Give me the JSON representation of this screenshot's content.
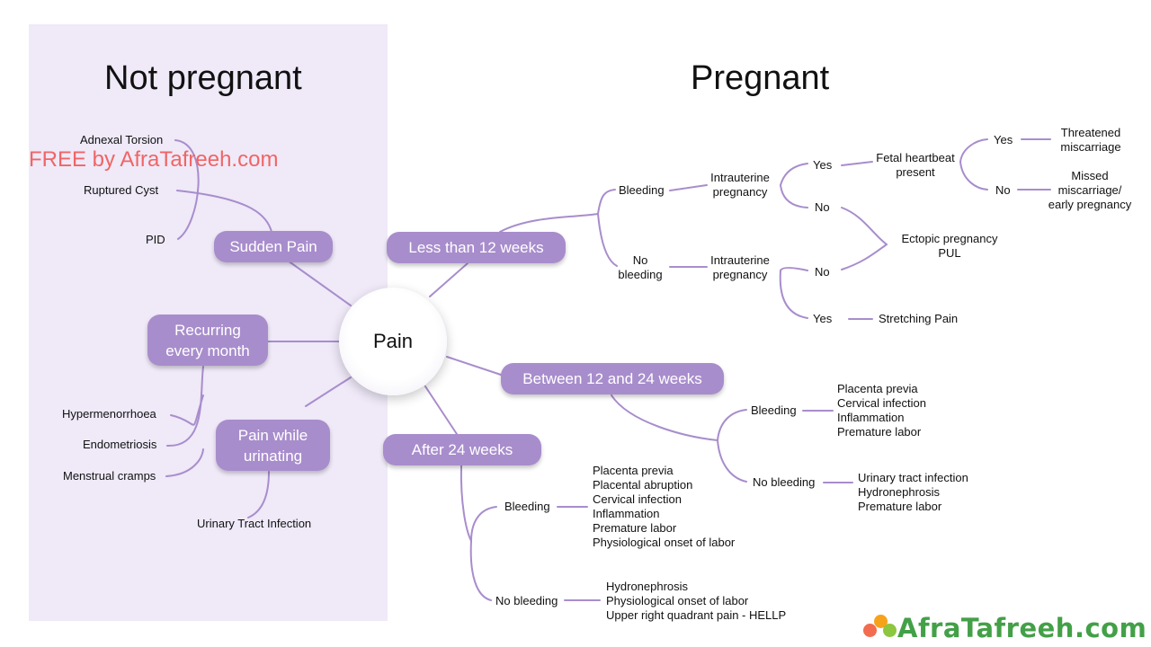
{
  "headings": {
    "not_pregnant": "Not pregnant",
    "pregnant": "Pregnant"
  },
  "watermark": "FREE by AfraTafreeh.com",
  "brand": {
    "text": "AfraTafreeh.com",
    "dot_colors": [
      "#f26c4f",
      "#f7a21b",
      "#8dc63f"
    ],
    "text_color": "#43a047"
  },
  "colors": {
    "panel": "#efe9f8",
    "pill": "#a88dcc",
    "line": "#a88dcc",
    "watermark": "#f06565"
  },
  "hub": "Pain",
  "branches": {
    "sudden": "Sudden Pain",
    "recurring": "Recurring\nevery month",
    "urinating": "Pain while\nurinating",
    "lt12": "Less than 12 weeks",
    "b12_24": "Between 12 and 24 weeks",
    "after24": "After 24 weeks"
  },
  "not_pregnant": {
    "sudden_items": [
      "Adnexal Torsion",
      "Ruptured Cyst",
      "PID"
    ],
    "recurring_items": [
      "Hypermenorrhoea",
      "Endometriosis",
      "Menstrual cramps"
    ],
    "urinating_items": [
      "Urinary Tract Infection"
    ]
  },
  "lt12": {
    "bleeding": "Bleeding",
    "no_bleeding": "No\nbleeding",
    "intrauterine_1": "Intrauterine\npregnancy",
    "intrauterine_2": "Intrauterine\npregnancy",
    "yes_1": "Yes",
    "no_1": "No",
    "no_2": "No",
    "yes_2": "Yes",
    "fetal": "Fetal heartbeat\npresent",
    "fhr_yes": "Yes",
    "fhr_no": "No",
    "threatened": "Threatened\nmiscarriage",
    "missed": "Missed\nmiscarriage/\nearly pregnancy",
    "ectopic": "Ectopic pregnancy\nPUL",
    "stretching": "Stretching Pain"
  },
  "b12_24": {
    "bleeding": "Bleeding",
    "no_bleeding": "No bleeding",
    "bleeding_causes": "Placenta previa\nCervical infection\nInflammation\nPremature labor",
    "no_bleeding_causes": "Urinary tract infection\nHydronephrosis\nPremature labor"
  },
  "after24": {
    "bleeding": "Bleeding",
    "no_bleeding": "No bleeding",
    "bleeding_causes": "Placenta previa\nPlacental abruption\nCervical infection\nInflammation\nPremature labor\nPhysiological onset of labor",
    "no_bleeding_causes": "Hydronephrosis\nPhysiological onset of labor\nUpper right quadrant pain - HELLP"
  }
}
